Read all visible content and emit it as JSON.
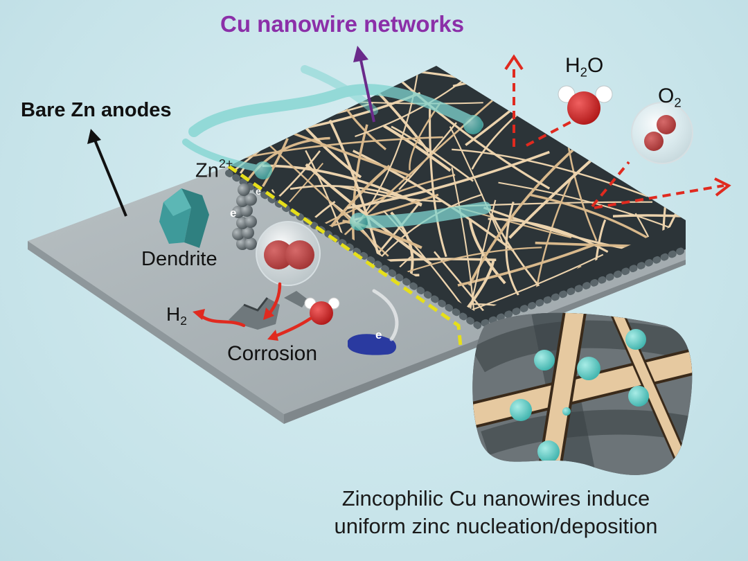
{
  "labels": {
    "cu_networks": "Cu nanowire networks",
    "bare_zn": "Bare Zn anodes",
    "dendrite": "Dendrite",
    "corrosion": "Corrosion",
    "h2": {
      "base": "H",
      "sub": "2"
    },
    "h2o": {
      "base": "H",
      "sub": "2",
      "tail": "O"
    },
    "o2": {
      "base": "O",
      "sub": "2"
    },
    "zn": {
      "base": "Zn",
      "sup": "2+"
    },
    "electron_1": "e",
    "electron_2": "e",
    "electron_3": "e"
  },
  "caption": {
    "line1": "Zincophilic Cu nanowires induce",
    "line2": "uniform zinc nucleation/deposition"
  },
  "colors": {
    "background": "#cde7ec",
    "cu_title": "#8b2fa8",
    "nanowire": "#e6c9a0",
    "zn_sphere": "#2a3236",
    "plate": "#a9b2b6",
    "dendrite": "#3e9a9a",
    "arrow_red": "#e02a1f",
    "divider_yellow": "#e6df1a",
    "ion_cyan": "#6dd0cc",
    "water_red": "#d42a2a",
    "electron_blue": "#2a3aa0"
  },
  "icons": [
    "up-arrow-icon",
    "dashed-red-arrow-icon",
    "water-molecule-icon",
    "oxygen-bubble-icon",
    "hydrogen-bubble-icon",
    "dendrite-icon",
    "electron-blob-icon"
  ]
}
